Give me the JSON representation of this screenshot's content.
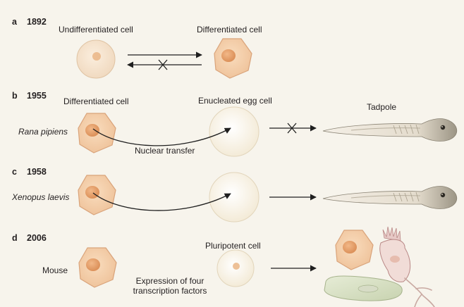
{
  "colors": {
    "background": "#f7f4ec",
    "cell_fill": "#f3d3b2",
    "cell_stroke": "#d9a37a",
    "nucleus": "#e8a46f",
    "egg_fill": "#fbf6ea",
    "arrow": "#1f1f1f"
  },
  "panels": [
    {
      "letter": "a",
      "year": "1892"
    },
    {
      "letter": "b",
      "year": "1955"
    },
    {
      "letter": "c",
      "year": "1958"
    },
    {
      "letter": "d",
      "year": "2006"
    }
  ],
  "labels": {
    "undifferentiated_cell": "Undifferentiated cell",
    "differentiated_cell": "Differentiated cell",
    "differentiated_cell_b": "Differentiated cell",
    "enucleated_egg_cell": "Enucleated egg cell",
    "tadpole": "Tadpole",
    "rana_pipiens": "Rana pipiens",
    "nuclear_transfer": "Nuclear transfer",
    "xenopus_laevis": "Xenopus laevis",
    "pluripotent_cell": "Pluripotent cell",
    "mouse": "Mouse",
    "expression_line1": "Expression of four",
    "expression_line2": "transcription factors"
  },
  "icons": [
    "cell-icon",
    "blocked-arrow-icon",
    "curved-arrow-icon",
    "tadpole-icon",
    "muscle-cell-icon",
    "neuron-icon"
  ]
}
